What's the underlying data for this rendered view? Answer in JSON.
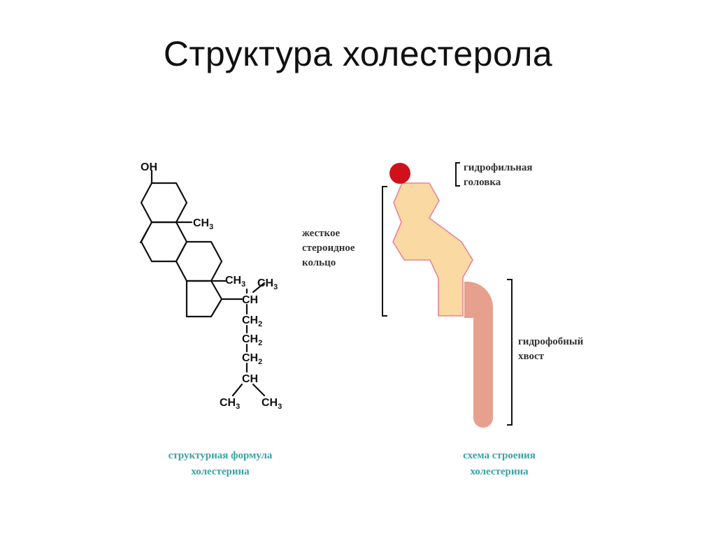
{
  "title": "Структура холестерола",
  "formula": {
    "oh": "OH",
    "ch3_ring": "CH3",
    "ch3_side": "CH3",
    "ch3_branch": "CH3",
    "ch_1": "CH",
    "ch2_1": "CH2",
    "ch2_2": "CH2",
    "ch2_3": "CH2",
    "ch_2": "CH",
    "ch3_end_left": "CH3",
    "ch3_end_right": "CH3"
  },
  "scheme": {
    "head_label_1": "гидрофильная",
    "head_label_2": "головка",
    "ring_label_1": "жесткое",
    "ring_label_2": "стероидное",
    "ring_label_3": "кольцо",
    "tail_label_1": "гидрофобный",
    "tail_label_2": "хвост"
  },
  "captions": {
    "left_1": "структурная формула",
    "left_2": "холестерина",
    "right_1": "схема строения",
    "right_2": "холестерина"
  },
  "colors": {
    "head": "#d0111c",
    "rings_fill": "#fbd9a3",
    "rings_stroke": "#e9829a",
    "tail": "#e7a08d",
    "caption": "#3aa3a3"
  }
}
